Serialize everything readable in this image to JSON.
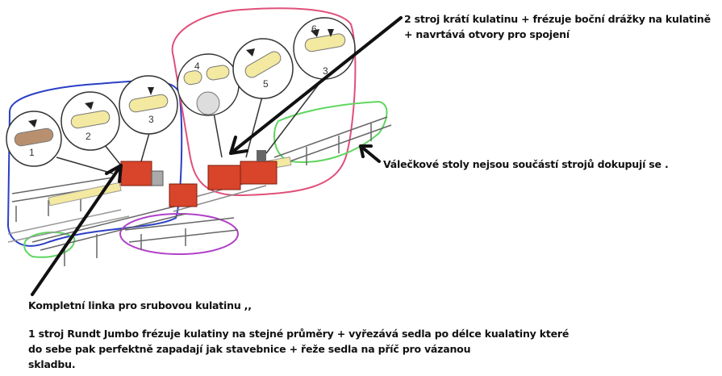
{
  "annotations": {
    "machine2": [
      "2 stroj  krátí kulatinu + frézuje boční drážky na kulatině",
      "+ navrtává otvory pro spojení"
    ],
    "roller_tables": "Válečkové stoly nejsou součástí strojů dokupují se .",
    "line_title": "Kompletní linka pro srubovou kulatinu ,,",
    "machine1": [
      "1 stroj Rundt Jumbo frézuje kulatiny na stejné průměry + vyřezává sedla po délce kualatiny které",
      "do sebe pak  perfektně zapadají jak stavebnice + řeže sedla na příč pro vázanou",
      "skladbu."
    ]
  },
  "steps": [
    "1",
    "2",
    "3",
    "4",
    "5",
    "6",
    "3"
  ],
  "colors": {
    "blue_outline": "#2a3fc4",
    "pink_outline": "#e0507a",
    "green_outline": "#5fd65f",
    "purple_outline": "#b040c8",
    "machine": "#d9452a",
    "log": "#f3e9a0"
  }
}
